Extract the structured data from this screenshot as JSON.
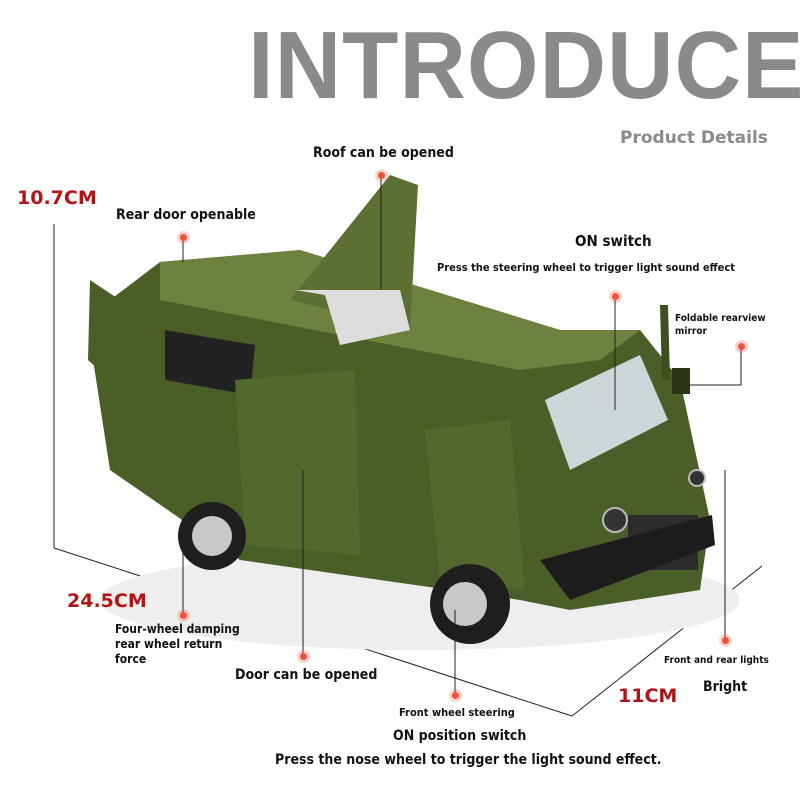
{
  "header": {
    "title": "INTRODUCE",
    "subtitle": "Product Details"
  },
  "dimensions": {
    "height": "10.7CM",
    "length": "24.5CM",
    "width": "11CM"
  },
  "features": {
    "roof": "Roof can be opened",
    "rear_door": "Rear door openable",
    "on_switch": "ON switch",
    "on_switch_desc": "Press the steering wheel to trigger light sound effect",
    "mirror_1": "Foldable rearview",
    "mirror_2": "mirror",
    "damping_1": "Four-wheel damping",
    "damping_2": "rear wheel return",
    "damping_3": "force",
    "door": "Door can be opened",
    "steering": "Front wheel steering",
    "lights": "Front and rear lights",
    "bright": "Bright",
    "on_position": "ON position switch",
    "on_position_desc": "Press the nose wheel to trigger the light sound effect."
  },
  "colors": {
    "accent": "#b01515",
    "title_gray": "#8a8a8a",
    "van_green": "#4a5e28",
    "marker": "#e8553a"
  }
}
